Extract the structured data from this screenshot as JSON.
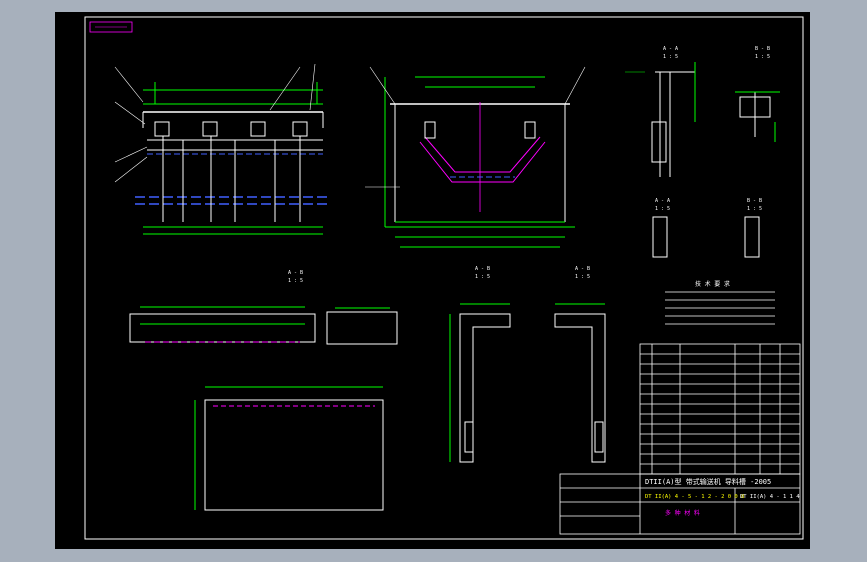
{
  "title_block": {
    "drawing_title": "DTII(A)型 带式输送机 导料槽 -2005",
    "drawing_number": "DT II(A) 4 - 5 - 1 2 - 2 0 0 8",
    "part_code": "DT II(A) 4 - 1 1 4",
    "material_label": "多 种 材 料"
  },
  "view_labels": [
    "A - A",
    "1 : 5",
    "B - B",
    "1 : 5",
    "A - A",
    "1 : 5",
    "B - B",
    "1 : 5",
    "A - B",
    "1 : 5",
    "A - B",
    "1 : 5",
    "A - B",
    "1 : 5"
  ],
  "notes_heading": "技 术 要 求"
}
